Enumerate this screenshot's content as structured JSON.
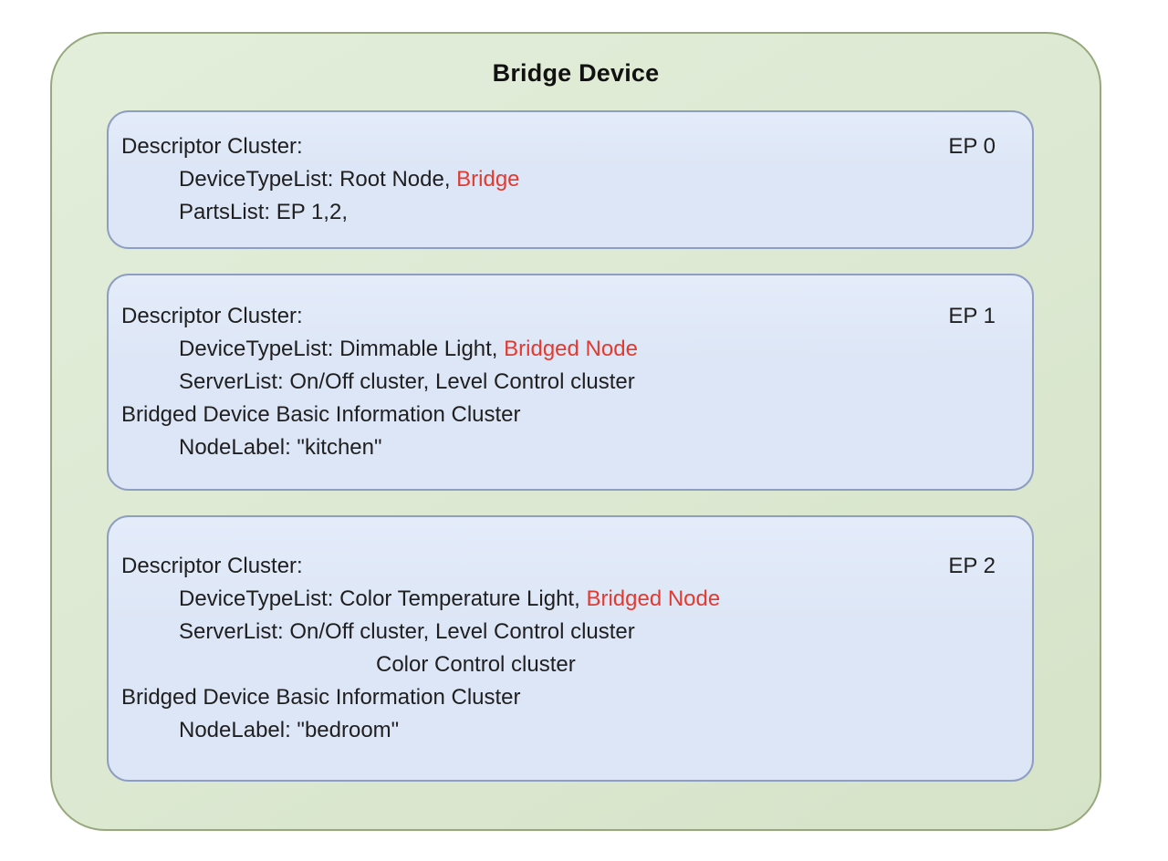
{
  "diagram": {
    "title": "Bridge Device",
    "colors": {
      "text": "#1f1f1f",
      "red": "#e23a30",
      "green_fill": "#dce8d1",
      "green_fill_light": "#e3eedb",
      "green_fill_dark": "#d6e3c8",
      "green_border": "#97a97c",
      "blue_fill": "#dde6f6",
      "blue_fill_light": "#e4ecfa",
      "blue_border": "#8e9dc2"
    },
    "endpoints": [
      {
        "id": "EP 0",
        "lines": [
          {
            "indent": 0,
            "segments": [
              {
                "text": "Descriptor Cluster:",
                "color": "black"
              }
            ]
          },
          {
            "indent": 1,
            "segments": [
              {
                "text": "DeviceTypeList: Root Node, ",
                "color": "black"
              },
              {
                "text": "Bridge",
                "color": "red"
              }
            ]
          },
          {
            "indent": 1,
            "segments": [
              {
                "text": "PartsList: EP 1,2,",
                "color": "black"
              }
            ]
          }
        ]
      },
      {
        "id": "EP 1",
        "lines": [
          {
            "indent": 0,
            "segments": [
              {
                "text": "Descriptor Cluster:",
                "color": "black"
              }
            ]
          },
          {
            "indent": 1,
            "segments": [
              {
                "text": "DeviceTypeList: Dimmable Light, ",
                "color": "black"
              },
              {
                "text": "Bridged Node",
                "color": "red"
              }
            ]
          },
          {
            "indent": 1,
            "segments": [
              {
                "text": "ServerList: On/Off cluster, Level Control cluster",
                "color": "black"
              }
            ]
          },
          {
            "indent": 0,
            "segments": [
              {
                "text": "Bridged Device Basic Information Cluster",
                "color": "black"
              }
            ]
          },
          {
            "indent": 1,
            "segments": [
              {
                "text": "NodeLabel: \"kitchen\"",
                "color": "black"
              }
            ]
          }
        ]
      },
      {
        "id": "EP 2",
        "lines": [
          {
            "indent": 0,
            "segments": [
              {
                "text": "Descriptor Cluster:",
                "color": "black"
              }
            ]
          },
          {
            "indent": 1,
            "segments": [
              {
                "text": "DeviceTypeList: Color Temperature Light, ",
                "color": "black"
              },
              {
                "text": "Bridged Node",
                "color": "red"
              }
            ]
          },
          {
            "indent": 1,
            "segments": [
              {
                "text": "ServerList: On/Off cluster, Level Control cluster",
                "color": "black"
              }
            ]
          },
          {
            "indent": 2,
            "segments": [
              {
                "text": "Color Control cluster",
                "color": "black"
              }
            ]
          },
          {
            "indent": 0,
            "segments": [
              {
                "text": "Bridged Device Basic Information Cluster",
                "color": "black"
              }
            ]
          },
          {
            "indent": 1,
            "segments": [
              {
                "text": "NodeLabel: \"bedroom\"",
                "color": "black"
              }
            ]
          }
        ]
      }
    ]
  }
}
